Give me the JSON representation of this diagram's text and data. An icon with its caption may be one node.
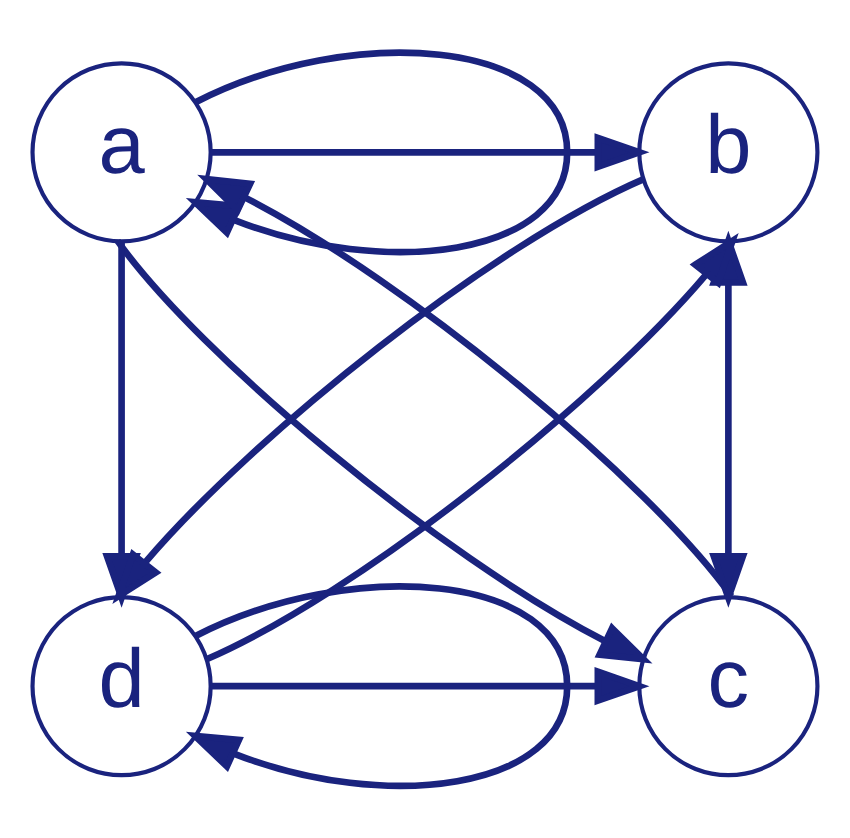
{
  "diagram": {
    "nodes": [
      {
        "text": [
          "a"
        ]
      },
      {
        "text": [
          "b"
        ]
      },
      {
        "text": [
          "c"
        ]
      },
      {
        "text": [
          "d"
        ]
      }
    ],
    "edges": [
      {
        "from": 0,
        "to": 0,
        "arrow": "to"
      },
      {
        "from": 0,
        "to": 1,
        "arrow": "to"
      },
      {
        "from": 0,
        "to": 3,
        "arrow": "to"
      },
      {
        "from": 2,
        "to": 0,
        "arrow": "to"
      },
      {
        "from": 0,
        "to": 2,
        "arrow": "to"
      },
      {
        "from": 2,
        "to": 1,
        "arrow": "both"
      },
      {
        "from": 3,
        "to": 1,
        "arrow": "to"
      },
      {
        "from": 1,
        "to": 3,
        "arrow": "to"
      },
      {
        "from": 3,
        "to": 2,
        "arrow": "to"
      },
      {
        "from": 3,
        "to": 3,
        "arrow": "to"
      }
    ]
  }
}
